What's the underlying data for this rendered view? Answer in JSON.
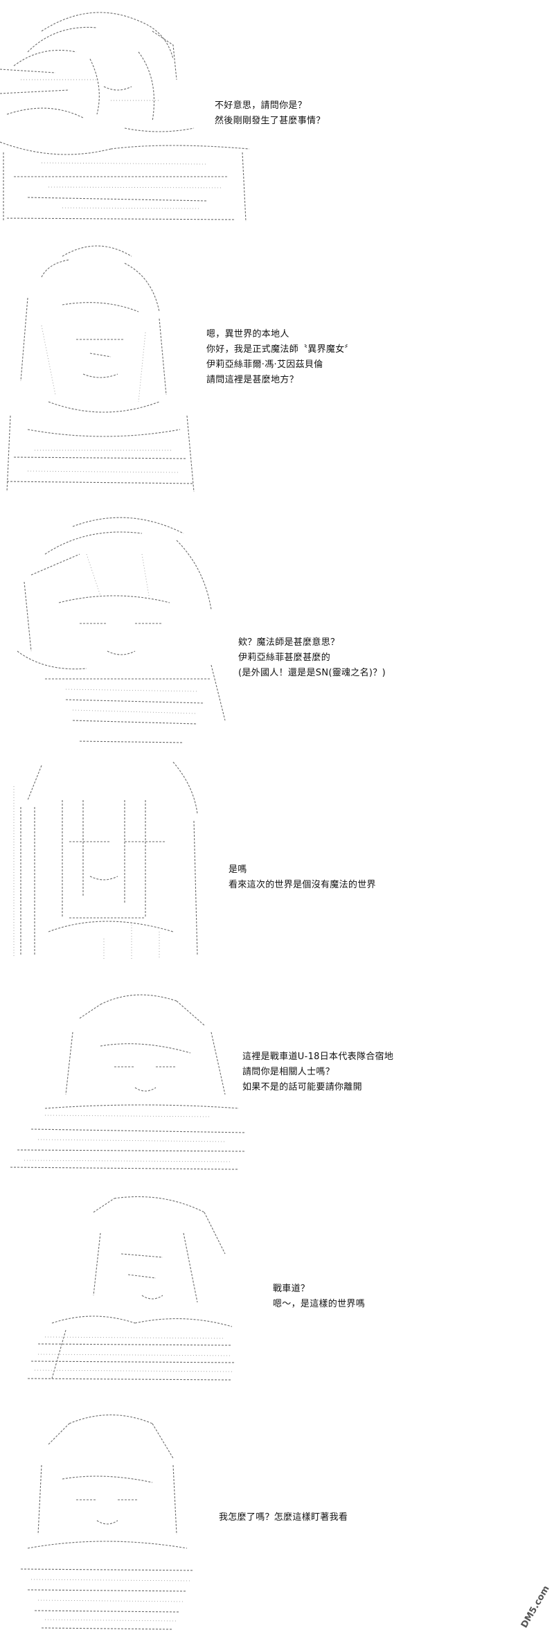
{
  "panels": [
    {
      "lines": [
        "不好意思，請問你是？",
        "然後剛剛發生了甚麼事情？"
      ]
    },
    {
      "lines": [
        "嗯，異世界的本地人",
        "你好，我是正式魔法師〝異界魔女〞",
        "伊莉亞絲菲爾·馮·艾因茲貝倫",
        "請問這裡是甚麼地方？"
      ]
    },
    {
      "lines": [
        "欸？魔法師是甚麼意思？",
        "伊莉亞絲菲甚麼甚麼的",
        "(是外國人！還是是SN(靈魂之名)？)"
      ]
    },
    {
      "lines": [
        "是嗎",
        "看來這次的世界是個沒有魔法的世界"
      ]
    },
    {
      "lines": [
        "這裡是戰車道U-18日本代表隊合宿地",
        "請問你是相關人士嗎？",
        "如果不是的話可能要請你離開"
      ]
    },
    {
      "lines": [
        "戰車道？",
        "嗯～，是這樣的世界嗎"
      ]
    },
    {
      "lines": [
        "我怎麼了嗎？怎麼這樣盯著我看"
      ]
    }
  ],
  "colors": {
    "ink": "#111111",
    "art": "#5a5a5a",
    "art_light": "#9a9a9a",
    "background": "#ffffff"
  },
  "watermark": {
    "icon": "site-logo-icon",
    "text": "DM5.com"
  }
}
